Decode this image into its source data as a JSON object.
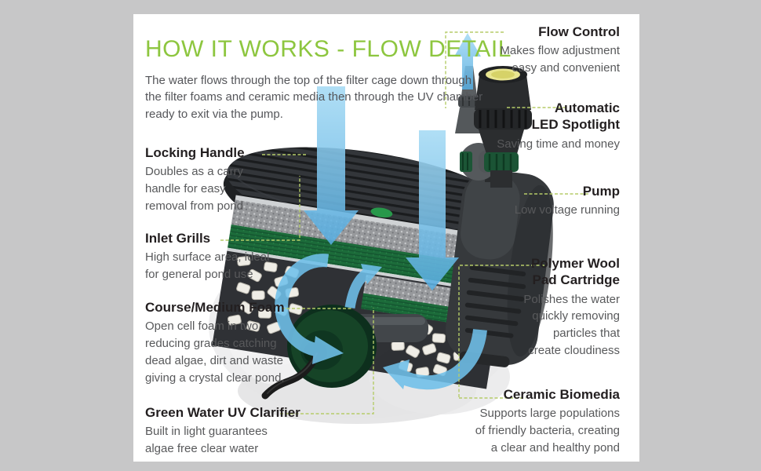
{
  "page": {
    "background_color": "#c7c7c8",
    "panel_color": "#ffffff"
  },
  "colors": {
    "title_green": "#8dc63f",
    "leader_line_green": "#b5cc68",
    "flow_arrow_blue": "#6fc0ea",
    "foam_green": "#1c6b3a",
    "uv_knob_green": "#164427",
    "body_text_gray": "#58595b",
    "headline_black": "#231f20"
  },
  "header": {
    "title": "HOW IT WORKS - FLOW DETAIL",
    "intro": "The water flows through the top of the filter cage down through\nthe filter foams and ceramic media then through the UV chamber\nready to exit via the pump."
  },
  "callouts": {
    "left": [
      {
        "title": "Locking Handle",
        "description": "Doubles as a carry\nhandle for easy\nremoval from pond"
      },
      {
        "title": "Inlet Grills",
        "description": "High surface area, ideal\nfor general pond use"
      },
      {
        "title": "Course/Medium Foam",
        "description": "Open cell foam in two\nreducing grades catching\ndead algae, dirt and waste\ngiving a crystal clear pond."
      },
      {
        "title": "Green Water UV Clarifier",
        "description": "Built in light guarantees\nalgae free clear water"
      }
    ],
    "right": [
      {
        "title": "Flow Control",
        "description": "Makes flow adjustment\neasy and convenient"
      },
      {
        "title": "Automatic\nLED Spotlight",
        "description": "Saving time and money"
      },
      {
        "title": "Pump",
        "description": "Low voltage running"
      },
      {
        "title": "Polymer Wool\nPad Cartridge",
        "description": "Polishes the water\nquickly removing\nparticles that\ncreate cloudiness"
      },
      {
        "title": "Ceramic Biomedia",
        "description": "Supports large populations\nof friendly bacteria, creating\na clear and healthy pond"
      }
    ]
  },
  "illustration": {
    "subject": "Cutaway pond filter with foams, ceramic media, UV clarifier and pump; blue arrows show water flow entering the top, circulating through media and exiting via the flow-control outlet"
  }
}
